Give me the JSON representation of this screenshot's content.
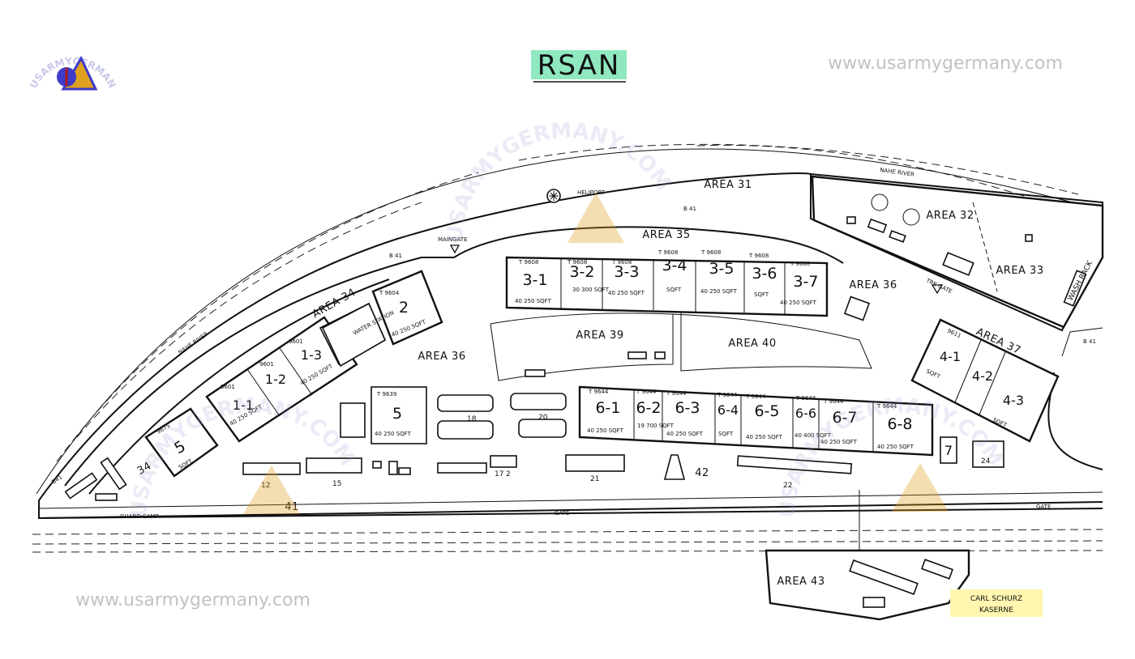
{
  "title": "RSAN",
  "watermark": {
    "url_top": "www.usarmygermany.com",
    "url_bottom": "www.usarmygermany.com",
    "logo_text": "USARMYGERMANY.COM"
  },
  "colors": {
    "title_highlight": "#8fe8bf",
    "kaserne_highlight": "#fff6b0",
    "watermark_url": "#c2c2c2",
    "logo_blue": "#3c3cc8",
    "logo_gold": "#e0a020",
    "logo_red": "#b01818"
  },
  "areas": {
    "a31": "AREA 31",
    "a32": "AREA 32",
    "a33": "AREA 33",
    "a34": "AREA 34",
    "a35": "AREA 35",
    "a36_east": "AREA 36",
    "a36_center": "AREA 36",
    "a37": "AREA 37",
    "a39": "AREA 39",
    "a40": "AREA 40",
    "a41": "41",
    "a42": "42",
    "a43": "AREA 43",
    "a34_west": "34"
  },
  "features": {
    "heliport": "HELIPORT",
    "main_gate": "MAINGATE",
    "truck_gate": "TRK GATE",
    "wash_rack": "WASH RACK",
    "water_station": "WATER STATION",
    "nahe_river_north": "NAHE RIVER",
    "nahe_river_west": "NAHE RIVER",
    "guard_camp": "GUARD CAMP",
    "gate_south": "GATE",
    "gate_east": "GATE",
    "b41_north": "B 41",
    "b41_west": "B 41",
    "b41_east": "B 41",
    "b41_sw": "B41",
    "kaserne_line1": "CARL SCHURZ",
    "kaserne_line2": "KASERNE"
  },
  "warehouses": [
    {
      "name": "1-1",
      "tag": "9601",
      "sqft": "40 250 SQFT"
    },
    {
      "name": "1-2",
      "tag": "9601",
      "sqft": ""
    },
    {
      "name": "1-3",
      "tag": "9601",
      "sqft": "40 250 SQFT"
    },
    {
      "name": "2",
      "tag": "T 9604",
      "sqft": "40 250 SQFT"
    },
    {
      "name": "3-1",
      "tag": "T 9608",
      "sqft": "40 250 SQFT"
    },
    {
      "name": "3-2",
      "tag": "T 9608",
      "sqft": "30 300 SQFT"
    },
    {
      "name": "3-3",
      "tag": "T 9608",
      "sqft": "40 250 SQFT"
    },
    {
      "name": "3-4",
      "tag": "T 9608",
      "sqft": "SQFT"
    },
    {
      "name": "3-5",
      "tag": "T 9608",
      "sqft": "40 250 SQFT"
    },
    {
      "name": "3-6",
      "tag": "T 9608",
      "sqft": "SQFT"
    },
    {
      "name": "3-7",
      "tag": "T 9608",
      "sqft": "40 250 SQFT"
    },
    {
      "name": "4-1",
      "tag": "9611",
      "sqft": "SQFT"
    },
    {
      "name": "4-2",
      "tag": "",
      "sqft": ""
    },
    {
      "name": "4-3",
      "tag": "",
      "sqft": "SQFT"
    },
    {
      "name": "5",
      "tag": "T 9639",
      "sqft": "40 250 SQFT"
    },
    {
      "name": "5",
      "tag": "9675",
      "sqft": "SQFT"
    },
    {
      "name": "6-1",
      "tag": "T 9644",
      "sqft": "40 250 SQFT"
    },
    {
      "name": "6-2",
      "tag": "T 9644",
      "sqft": "19 700 SQFT"
    },
    {
      "name": "6-3",
      "tag": "T 9644",
      "sqft": "40 250 SQFT"
    },
    {
      "name": "6-4",
      "tag": "T 9644",
      "sqft": "SQFT"
    },
    {
      "name": "6-5",
      "tag": "T 9644",
      "sqft": "40 250 SQFT"
    },
    {
      "name": "6-6",
      "tag": "T 9644",
      "sqft": "40 400 SQFT"
    },
    {
      "name": "6-7",
      "tag": "T 9644",
      "sqft": "40 250 SQFT"
    },
    {
      "name": "6-8",
      "tag": "T 9644",
      "sqft": "40 250 SQFT"
    },
    {
      "name": "7",
      "tag": "",
      "sqft": ""
    }
  ],
  "building_numbers": {
    "b12": "12",
    "b15": "15",
    "b17": "17",
    "b2s": "2",
    "b18": "18",
    "b20": "20",
    "b21": "21",
    "b22": "22",
    "b24": "24"
  }
}
